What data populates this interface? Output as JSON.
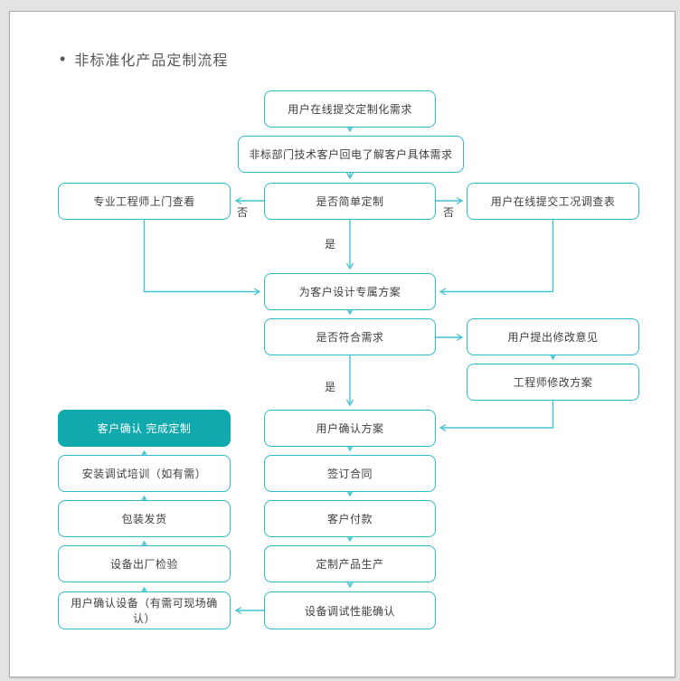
{
  "page": {
    "bullet": "•",
    "title": "非标准化产品定制流程"
  },
  "colors": {
    "box_border": "#2ebbca",
    "arrow": "#44c2d2",
    "filled_box": "#0fa9ae",
    "title_text": "#595959",
    "box_text": "#3f3f3f",
    "page_bg": "#e4e4e4",
    "card_border": "#ababab"
  },
  "nodes": {
    "submit": {
      "label": "用户在线提交定制化需求"
    },
    "callback": {
      "label": "非标部门技术客户回电了解客户具体需求"
    },
    "engineer_visit": {
      "label": "专业工程师上门查看"
    },
    "simple_custom": {
      "label": "是否简单定制"
    },
    "survey": {
      "label": "用户在线提交工况调查表"
    },
    "design": {
      "label": "为客户设计专属方案"
    },
    "meets_needs": {
      "label": "是否符合需求"
    },
    "feedback": {
      "label": "用户提出修改意见"
    },
    "revise": {
      "label": "工程师修改方案"
    },
    "confirm_plan": {
      "label": "用户确认方案"
    },
    "complete": {
      "label": "客户确认 完成定制"
    },
    "sign_contract": {
      "label": "签订合同"
    },
    "install_training": {
      "label": "安装调试培训（如有需）"
    },
    "payment": {
      "label": "客户付款"
    },
    "shipping": {
      "label": "包装发货"
    },
    "production": {
      "label": "定制产品生产"
    },
    "factory_inspect": {
      "label": "设备出厂检验"
    },
    "debug_confirm": {
      "label": "设备调试性能确认"
    },
    "user_confirm_dev": {
      "label": "用户确认设备（有需可现场确认）"
    }
  },
  "edge_labels": {
    "no": "否",
    "yes": "是"
  }
}
